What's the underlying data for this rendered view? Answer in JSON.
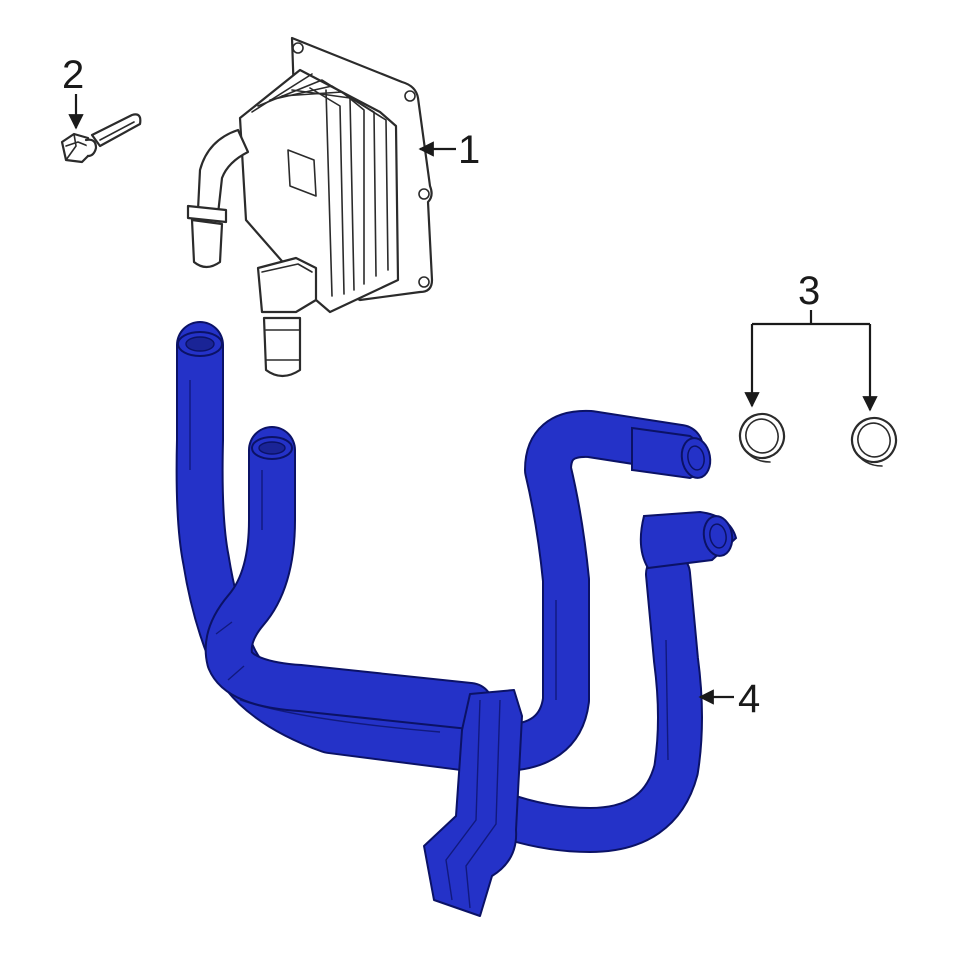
{
  "colors": {
    "hose": "#2432c8",
    "outline": "#0b1266",
    "ink": "#1a1a1a",
    "background": "#ffffff"
  },
  "callouts": [
    {
      "id": "1",
      "label": "1",
      "part": "oil-cooler"
    },
    {
      "id": "2",
      "label": "2",
      "part": "bolt"
    },
    {
      "id": "3",
      "label": "3",
      "part": "hose-clamps"
    },
    {
      "id": "4",
      "label": "4",
      "part": "cooler-hose-assembly"
    }
  ]
}
